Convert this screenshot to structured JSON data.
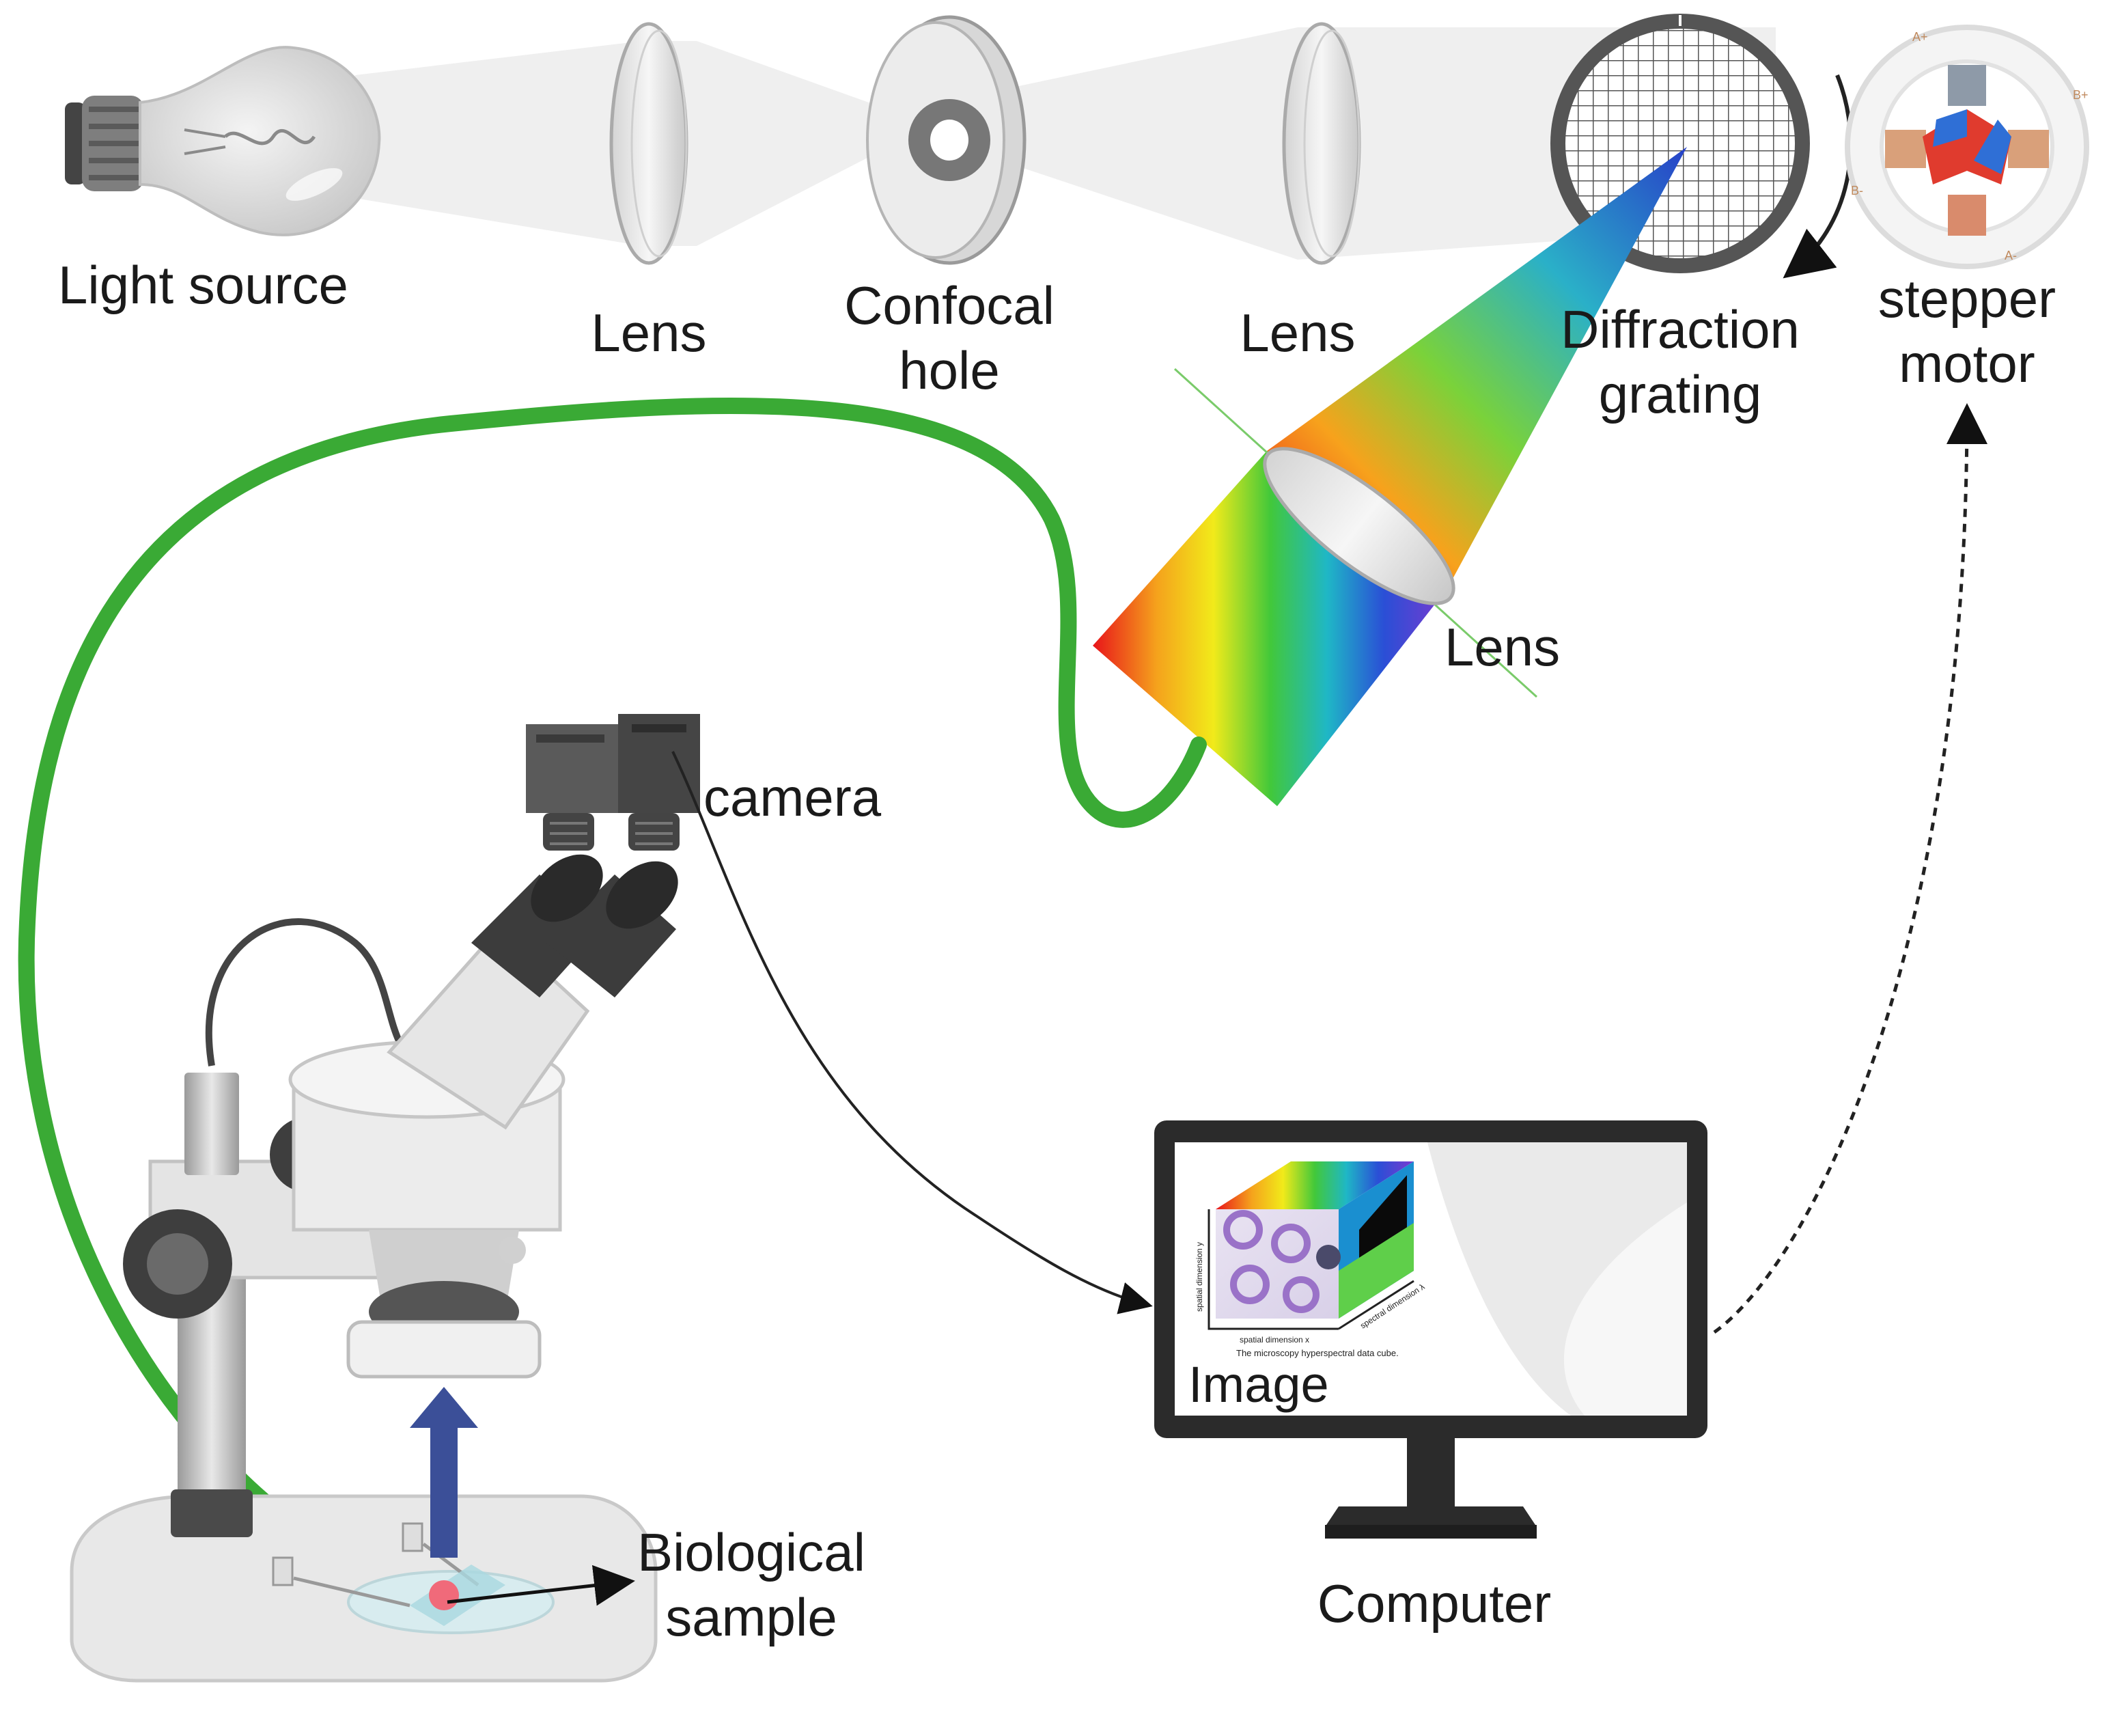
{
  "labels": {
    "light_source": "Light source",
    "lens_1": "Lens",
    "confocal_hole_line1": "Confocal",
    "confocal_hole_line2": "hole",
    "lens_2": "Lens",
    "diffraction_line1": "Diffraction",
    "diffraction_line2": "grating",
    "stepper_line1": "stepper",
    "stepper_line2": "motor",
    "lens_3": "Lens",
    "camera": "camera",
    "biological_line1": "Biological",
    "biological_line2": "sample",
    "computer": "Computer",
    "image": "Image"
  },
  "screen": {
    "axis_y": "spatial dimension y",
    "axis_x": "spatial dimension x",
    "axis_lambda": "spectral dimension λ",
    "caption": "The microscopy hyperspectral data cube."
  },
  "motor_pins": {
    "a_plus": "A+",
    "b_plus": "B+",
    "b_minus": "B-",
    "a_minus": "A-"
  },
  "colors": {
    "fiber": "#3aaa35",
    "beam": "#e6e6e6",
    "arrow_blue": "#3b4f98",
    "motor_red": "#e03b2e",
    "motor_blue": "#2f6fd6",
    "monitor": "#2b2b2b"
  }
}
